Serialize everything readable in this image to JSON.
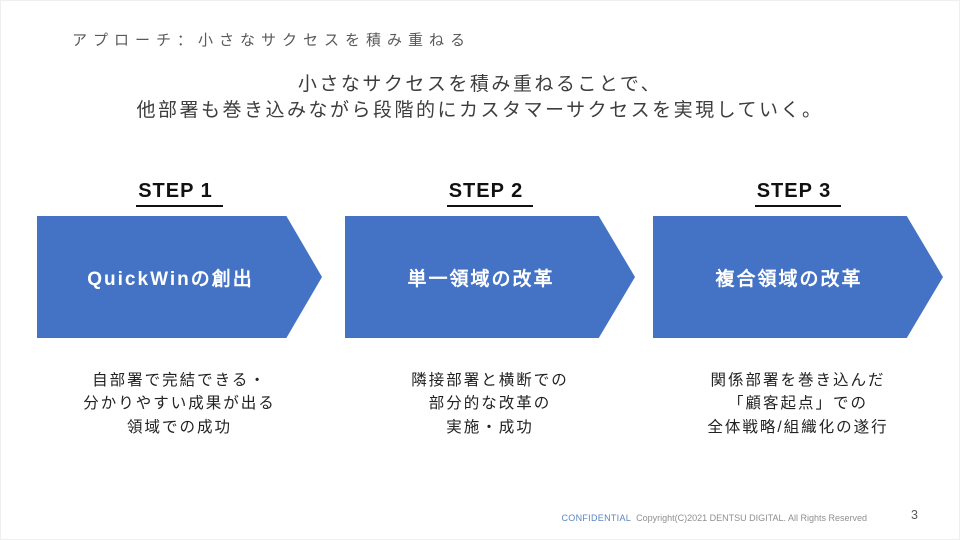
{
  "slide": {
    "title": "アプローチ：小さなサクセスを積み重ねる",
    "subtitle": {
      "line1": "小さなサクセスを積み重ねることで、",
      "line2": "他部署も巻き込みながら段階的にカスタマーサクセスを実現していく。"
    },
    "steps": [
      {
        "label": "STEP 1",
        "arrow_text": "QuickWinの創出",
        "desc1": "自部署で完結できる・",
        "desc2": "分かりやすい成果が出る",
        "desc3": "領域での成功"
      },
      {
        "label": "STEP 2",
        "arrow_text": "単一領域の改革",
        "desc1": "隣接部署と横断での",
        "desc2": "部分的な改革の",
        "desc3": "実施・成功"
      },
      {
        "label": "STEP 3",
        "arrow_text": "複合領域の改革",
        "desc1": "関係部署を巻き込んだ",
        "desc2": "「顧客起点」での",
        "desc3": "全体戦略/組織化の遂行"
      }
    ],
    "footer": {
      "confidential": "CONFIDENTIAL",
      "copyright": "Copyright(C)2021  DENTSU DIGITAL. All Rights Reserved",
      "page_number": "3"
    },
    "colors": {
      "arrow_blue": "#4472C4",
      "confidential_blue": "#5B86C4"
    }
  }
}
